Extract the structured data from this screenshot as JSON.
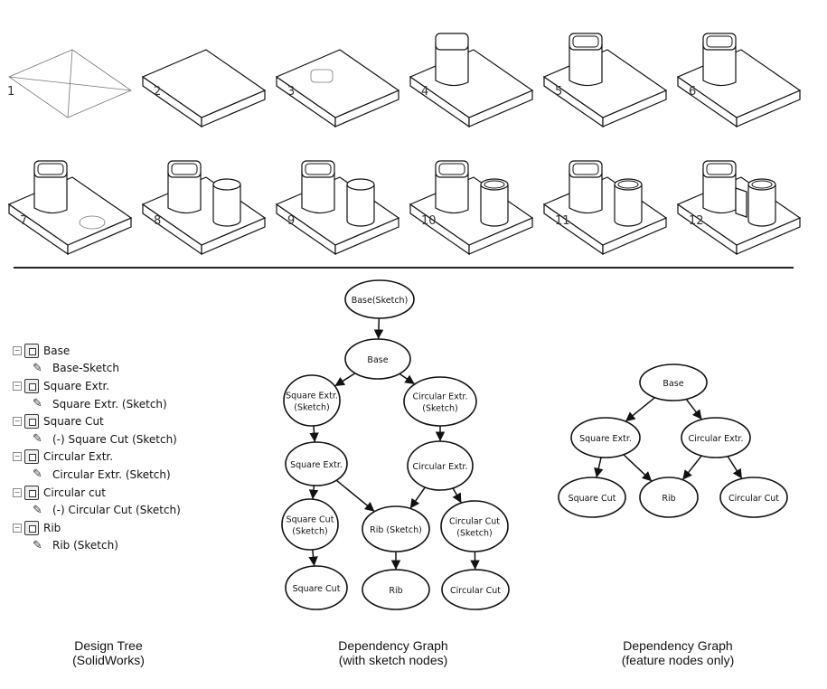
{
  "steps": [
    "1",
    "2",
    "3",
    "4",
    "5",
    "6",
    "7",
    "8",
    "9",
    "10",
    "11",
    "12"
  ],
  "design_tree": {
    "items": [
      {
        "label": "Base",
        "type": "feature"
      },
      {
        "label": "Base-Sketch",
        "type": "sketch"
      },
      {
        "label": "Square Extr.",
        "type": "feature"
      },
      {
        "label": "Square Extr. (Sketch)",
        "type": "sketch"
      },
      {
        "label": "Square Cut",
        "type": "feature"
      },
      {
        "label": "(-) Square Cut (Sketch)",
        "type": "sketch"
      },
      {
        "label": "Circular Extr.",
        "type": "feature"
      },
      {
        "label": "Circular Extr. (Sketch)",
        "type": "sketch"
      },
      {
        "label": "Circular cut",
        "type": "feature"
      },
      {
        "label": "(-) Circular Cut (Sketch)",
        "type": "sketch"
      },
      {
        "label": "Rib",
        "type": "feature"
      },
      {
        "label": "Rib (Sketch)",
        "type": "sketch"
      }
    ]
  },
  "graph_sketch": {
    "nodes": [
      {
        "id": "bs",
        "lines": [
          "Base(Sketch)"
        ]
      },
      {
        "id": "b",
        "lines": [
          "Base"
        ]
      },
      {
        "id": "ses",
        "lines": [
          "Square Extr.",
          "(Sketch)"
        ]
      },
      {
        "id": "ces",
        "lines": [
          "Circular Extr.",
          "(Sketch)"
        ]
      },
      {
        "id": "se",
        "lines": [
          "Square Extr."
        ]
      },
      {
        "id": "ce",
        "lines": [
          "Circular Extr."
        ]
      },
      {
        "id": "scs",
        "lines": [
          "Square Cut",
          "(Sketch)"
        ]
      },
      {
        "id": "rs",
        "lines": [
          "Rib (Sketch)"
        ]
      },
      {
        "id": "ccs",
        "lines": [
          "Circular Cut",
          "(Sketch)"
        ]
      },
      {
        "id": "sc",
        "lines": [
          "Square Cut"
        ]
      },
      {
        "id": "r",
        "lines": [
          "Rib"
        ]
      },
      {
        "id": "cc",
        "lines": [
          "Circular Cut"
        ]
      }
    ],
    "edges": [
      [
        "bs",
        "b"
      ],
      [
        "b",
        "ses"
      ],
      [
        "b",
        "ces"
      ],
      [
        "ses",
        "se"
      ],
      [
        "ces",
        "ce"
      ],
      [
        "se",
        "scs"
      ],
      [
        "se",
        "rs"
      ],
      [
        "ce",
        "rs"
      ],
      [
        "ce",
        "ccs"
      ],
      [
        "scs",
        "sc"
      ],
      [
        "rs",
        "r"
      ],
      [
        "ccs",
        "cc"
      ]
    ]
  },
  "graph_features": {
    "nodes": [
      {
        "id": "b",
        "lines": [
          "Base"
        ]
      },
      {
        "id": "se",
        "lines": [
          "Square Extr."
        ]
      },
      {
        "id": "ce",
        "lines": [
          "Circular Extr."
        ]
      },
      {
        "id": "sc",
        "lines": [
          "Square Cut"
        ]
      },
      {
        "id": "r",
        "lines": [
          "Rib"
        ]
      },
      {
        "id": "cc",
        "lines": [
          "Circular Cut"
        ]
      }
    ],
    "edges": [
      [
        "b",
        "se"
      ],
      [
        "b",
        "ce"
      ],
      [
        "se",
        "sc"
      ],
      [
        "se",
        "r"
      ],
      [
        "ce",
        "r"
      ],
      [
        "ce",
        "cc"
      ]
    ]
  },
  "captions": {
    "tree": {
      "line1": "Design Tree",
      "line2": "(SolidWorks)"
    },
    "graph_sketch": {
      "line1": "Dependency Graph",
      "line2": "(with sketch nodes)"
    },
    "graph_features": {
      "line1": "Dependency Graph",
      "line2": "(feature nodes only)"
    }
  }
}
